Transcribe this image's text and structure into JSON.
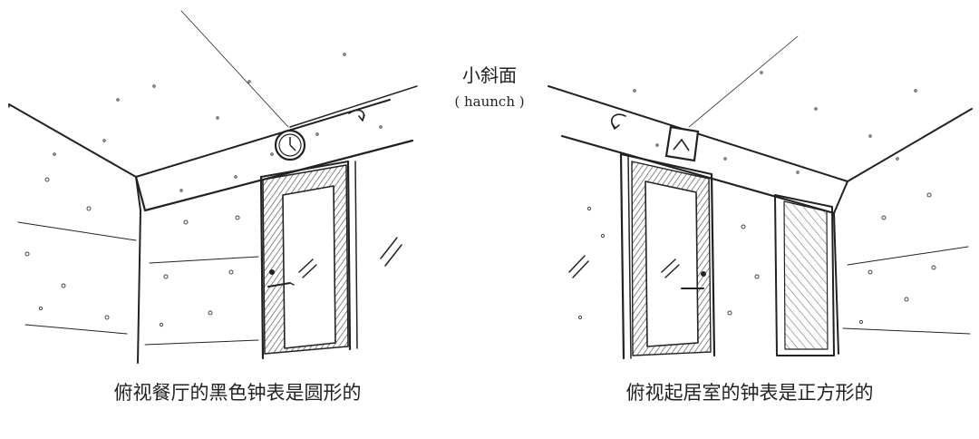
{
  "labels": {
    "center_title": "小斜面",
    "center_subtitle": "( haunch )",
    "left_caption": "俯视餐厅的黑色钟表是圆形的",
    "right_caption": "俯视起居室的钟表是正方形的"
  },
  "colors": {
    "ink": "#222222",
    "paper": "#ffffff"
  },
  "icons": {
    "left_clock": "round-clock-icon",
    "right_clock": "square-clock-icon"
  }
}
